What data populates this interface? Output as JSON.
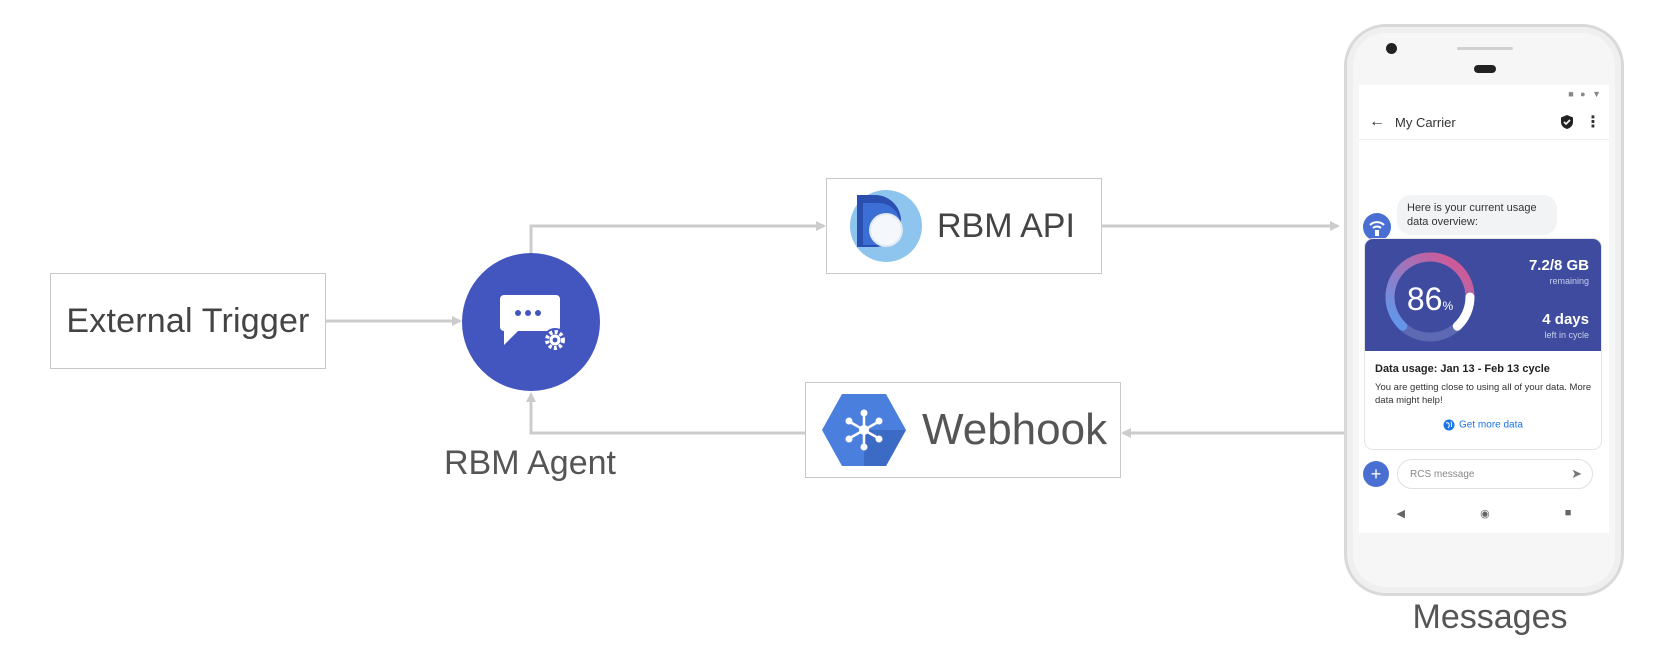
{
  "nodes": {
    "external_trigger": "External Trigger",
    "rbm_agent": "RBM Agent",
    "rbm_api": "RBM API",
    "webhook": "Webhook",
    "messages": "Messages"
  },
  "icons": {
    "agent": "chat-settings-icon",
    "api": "rbm-api-logo",
    "webhook": "webhook-hexagon-icon"
  },
  "colors": {
    "agent_blue": "#4355be",
    "arrow_gray": "#cccccc",
    "card_blue": "#3e4b9e",
    "gauge_pink": "#e0508a",
    "gauge_blue": "#5b9bf0"
  },
  "phone": {
    "carrier_name": "My Carrier",
    "intro_message": "Here is your current usage data overview:",
    "usage_percent": "86",
    "usage_percent_sign": "%",
    "data_amount": "7.2/8 GB",
    "data_amount_caption": "remaining",
    "days": "4 days",
    "days_caption": "left in cycle",
    "card_title": "Data usage: Jan 13 - Feb 13 cycle",
    "card_description": "You are getting close to using all of your data. More data might help!",
    "card_action": "Get more data",
    "compose_placeholder": "RCS message"
  }
}
